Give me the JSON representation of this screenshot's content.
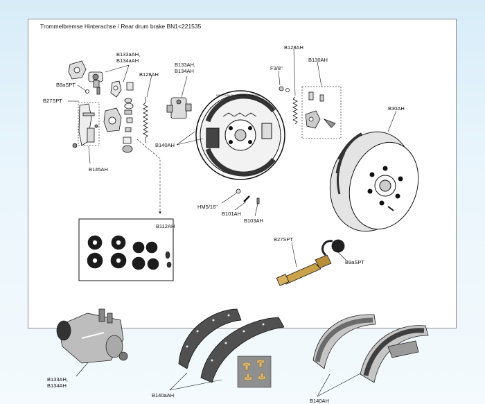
{
  "title": "Trommelbremse Hinterachse / Rear drum brake BN1<221535",
  "labels": {
    "b133aah_l1": "B133aAH,",
    "b134aah_l2": "B134aAH",
    "b9aspt_top": "B9aSPT",
    "b27spt_top": "B27SPT",
    "b128ah_left": "B128AH",
    "b133ah_mid_l1": "B133AH,",
    "b134ah_mid_l2": "B134AH",
    "b145ah": "B145AH",
    "b140ah_mid": "B140AH",
    "b128ah_right": "B128AH",
    "f3_8": "F3/8\"",
    "b130ah": "B130AH",
    "b30ah": "B30AH",
    "hm5_16": "HM5/16\"",
    "b101ah": "B101AH",
    "b103ah": "B103AH",
    "b112ah": "B112AH",
    "b27spt_bottom": "B27SPT",
    "b9aspt_bottom": "B9aSPT",
    "b133ah_bottom_l1": "B133AH,",
    "b134ah_bottom_l2": "B134AH",
    "b140aah_bottom": "B140aAH",
    "b140ah_bottom": "B140AH",
    "drum_text": "DIRECTION OF FORWARD ROTATION"
  }
}
